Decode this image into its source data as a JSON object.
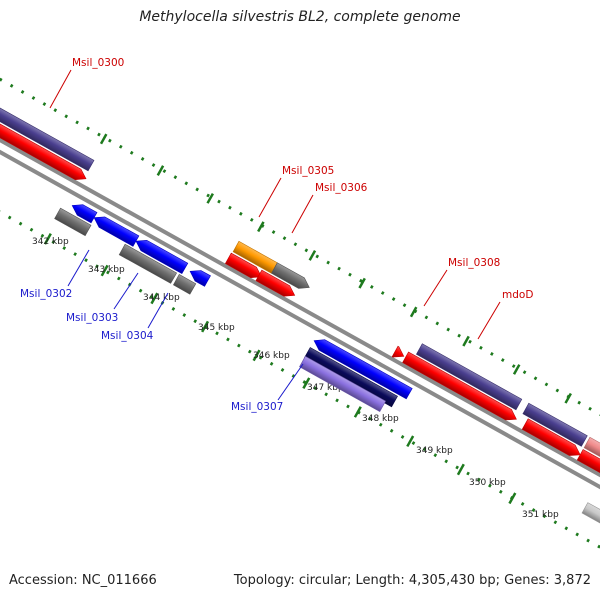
{
  "title": "Methylocella silvestris BL2, complete genome",
  "footer": {
    "accession": "Accession: NC_011666",
    "stats": "Topology: circular; Length: 4,305,430 bp; Genes: 3,872"
  },
  "colors": {
    "backbone": "#8a8a8a",
    "forward_label": "#cc0000",
    "reverse_label": "#1a1acc",
    "tick": "#1e7a1e",
    "slate": "#4a3f8f",
    "red": "#ff0000",
    "blue": "#0000ff",
    "gray": "#6e6e6e",
    "orange": "#ff9900",
    "navy": "#0a0a5a",
    "lavender": "#8a70e0",
    "pink": "#f08a8a",
    "light_gray": "#c8c8c8"
  },
  "kbp_ticks": [
    "342 kbp",
    "343 kbp",
    "344 kbp",
    "345 kbp",
    "346 kbp",
    "347 kbp",
    "348 kbp",
    "349 kbp",
    "350 kbp",
    "351 kbp"
  ],
  "gene_labels": [
    {
      "id": "msil-0300",
      "text": "Msil_0300",
      "strand": "forward"
    },
    {
      "id": "msil-0305",
      "text": "Msil_0305",
      "strand": "forward"
    },
    {
      "id": "msil-0306",
      "text": "Msil_0306",
      "strand": "forward"
    },
    {
      "id": "msil-0308",
      "text": "Msil_0308",
      "strand": "forward"
    },
    {
      "id": "mdod",
      "text": "mdoD",
      "strand": "forward"
    },
    {
      "id": "msil-0302",
      "text": "Msil_0302",
      "strand": "reverse"
    },
    {
      "id": "msil-0303",
      "text": "Msil_0303",
      "strand": "reverse"
    },
    {
      "id": "msil-0304",
      "text": "Msil_0304",
      "strand": "reverse"
    },
    {
      "id": "msil-0307",
      "text": "Msil_0307",
      "strand": "reverse"
    }
  ]
}
